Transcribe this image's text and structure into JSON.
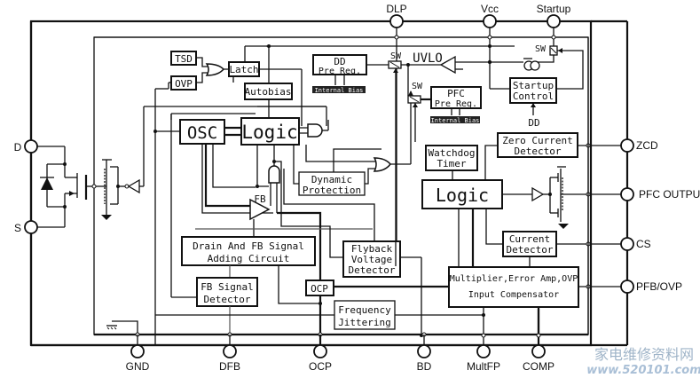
{
  "diagram": {
    "title": "PFC / Flyback combo controller internal block diagram",
    "pins": {
      "top": [
        {
          "id": "dlp",
          "label": "DLP"
        },
        {
          "id": "vcc",
          "label": "Vcc"
        },
        {
          "id": "startup",
          "label": "Startup"
        }
      ],
      "left": [
        {
          "id": "d",
          "label": "D"
        },
        {
          "id": "s",
          "label": "S"
        }
      ],
      "right": [
        {
          "id": "zcd",
          "label": "ZCD"
        },
        {
          "id": "pfc_output",
          "label": "PFC OUTPUT"
        },
        {
          "id": "cs",
          "label": "CS"
        },
        {
          "id": "pfb_ovp",
          "label": "PFB/OVP"
        }
      ],
      "bottom": [
        {
          "id": "gnd",
          "label": "GND"
        },
        {
          "id": "dfb",
          "label": "DFB"
        },
        {
          "id": "ocp",
          "label": "OCP"
        },
        {
          "id": "bd",
          "label": "BD"
        },
        {
          "id": "multfp",
          "label": "MultFP"
        },
        {
          "id": "comp",
          "label": "COMP"
        }
      ]
    },
    "blocks": {
      "tsd": "TSD",
      "ovp": "OVP",
      "latch": "Latch",
      "autobias": "Autobias",
      "osc": "OSC",
      "logic_flyback": "Logic",
      "dd_prereg_line1": "DD",
      "dd_prereg_line2": "Pre Reg.",
      "internal_bias_dd": "Internal Bias",
      "sw_dd": "SW",
      "uvlo": "UVLO",
      "sw_pfc": "SW",
      "pfc_prereg_line1": "PFC",
      "pfc_prereg_line2": "Pre Reg.",
      "internal_bias_pfc": "Internal Bias",
      "sw_startup": "SW",
      "startup_control_line1": "Startup",
      "startup_control_line2": "Control",
      "dd_label": "DD",
      "zcd_detector_line1": "Zero Current",
      "zcd_detector_line2": "Detector",
      "watchdog_line1": "Watchdog",
      "watchdog_line2": "Timer",
      "logic_pfc": "Logic",
      "dynamic_protection_line1": "Dynamic",
      "dynamic_protection_line2": "Protection",
      "fb_label": "FB",
      "drain_fb_line1": "Drain And FB Signal",
      "drain_fb_line2": "Adding Circuit",
      "flyback_vd_line1": "Flyback",
      "flyback_vd_line2": "Voltage",
      "flyback_vd_line3": "Detector",
      "current_detector_line1": "Current",
      "current_detector_line2": "Detector",
      "fb_signal_line1": "FB Signal",
      "fb_signal_line2": "Detector",
      "ocp_block": "OCP",
      "freq_jitter_line1": "Frequency",
      "freq_jitter_line2": "Jittering",
      "multiplier_line1": "Multiplier,Error Amp,OVP",
      "multiplier_line2": "Input Compensator"
    },
    "watermark": {
      "line1": "家电维修资料网",
      "line2": "www.520101.com"
    }
  }
}
